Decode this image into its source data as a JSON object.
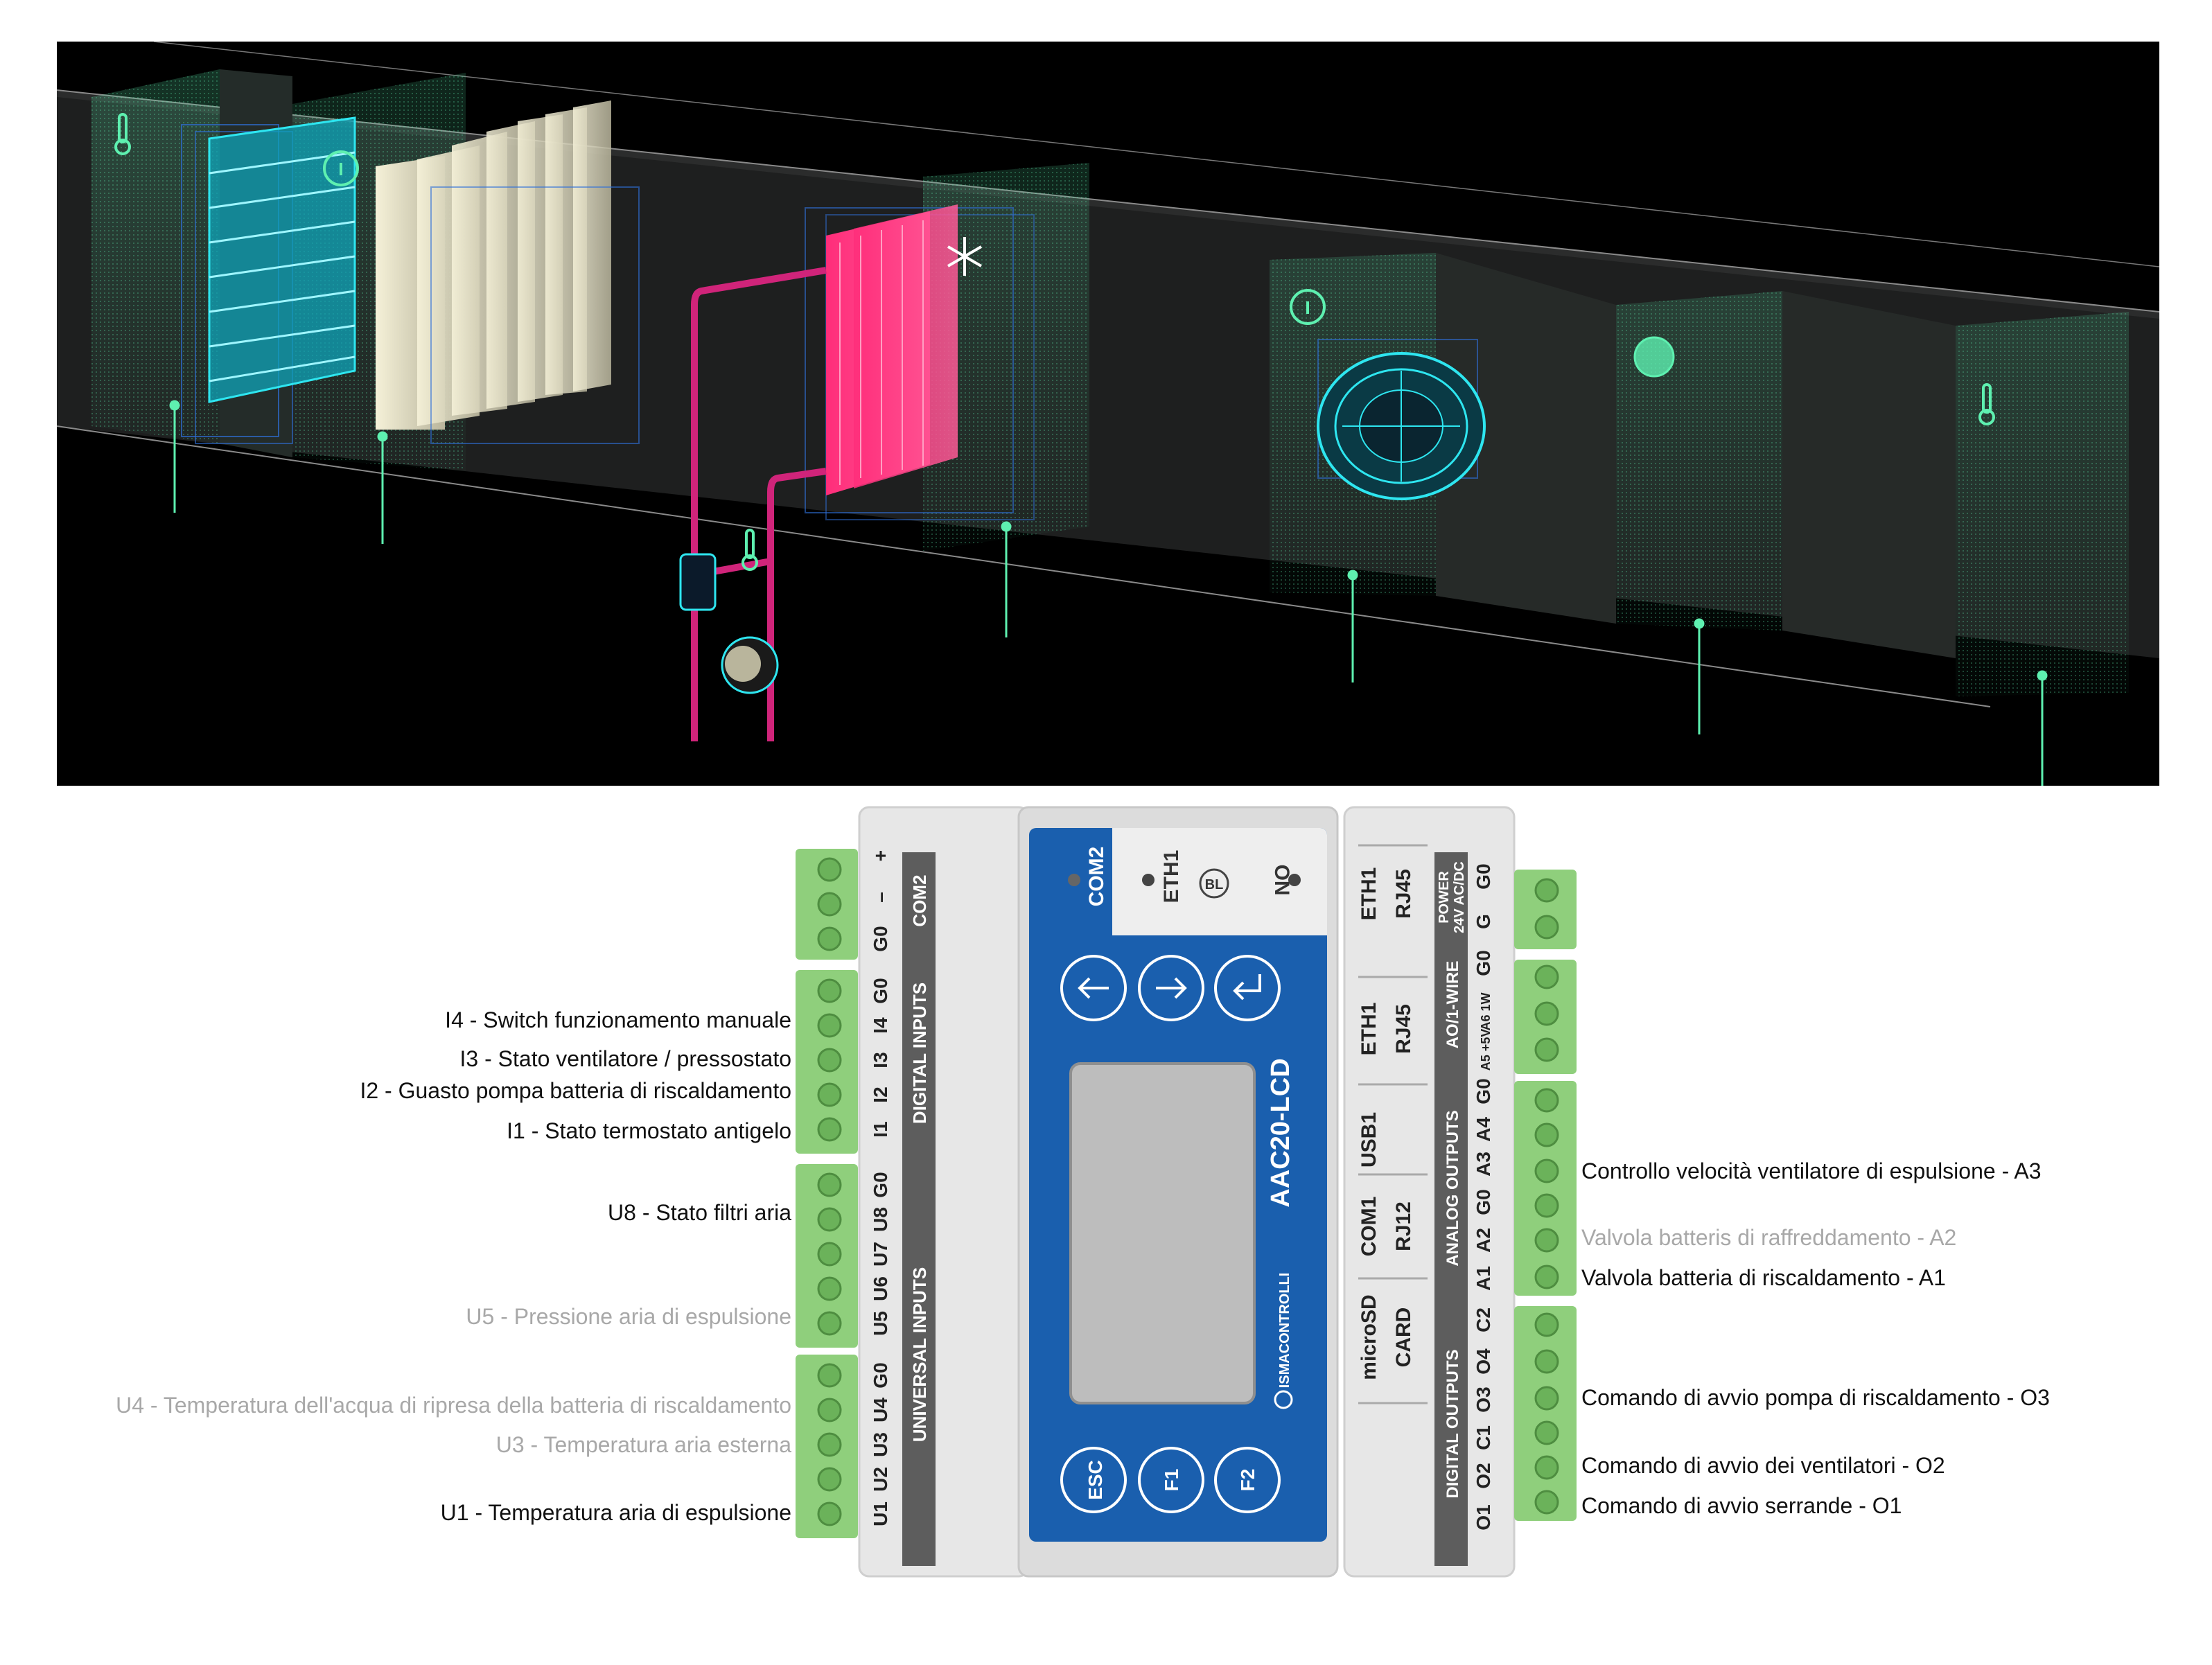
{
  "device": {
    "model": "AAC20-LCD",
    "brand": "ISMACONTROLLI",
    "led_labels": {
      "com2": "COM2",
      "eth1": "ETH1",
      "on": "ON",
      "bl": "BL"
    },
    "buttons": {
      "esc": "ESC",
      "f1": "F1",
      "f2": "F2"
    },
    "left_sections": {
      "com2": "COM2",
      "digital_inputs": "DIGITAL INPUTS",
      "universal_inputs": "UNIVERSAL INPUTS"
    },
    "left_terminals": {
      "com2": [
        "+",
        "–",
        "G0"
      ],
      "digital": [
        "G0",
        "I4",
        "I3",
        "I2",
        "I1"
      ],
      "universal_a": [
        "G0",
        "U8",
        "U7",
        "U6",
        "U5"
      ],
      "universal_b": [
        "G0",
        "U4",
        "U3",
        "U2",
        "U1"
      ]
    },
    "ports": {
      "eth1_top": [
        "ETH1",
        "RJ45"
      ],
      "eth1_bottom": [
        "ETH1",
        "RJ45"
      ],
      "usb1": "USB1",
      "com1": [
        "COM1",
        "RJ12"
      ],
      "microsd": [
        "microSD",
        "CARD"
      ]
    },
    "right_sections": {
      "power": [
        "POWER",
        "24V AC/DC"
      ],
      "ao_1wire": "AO/1-WIRE",
      "analog_outputs": "ANALOG OUTPUTS",
      "digital_outputs": "DIGITAL OUTPUTS"
    },
    "right_terminals": {
      "power": [
        "G0",
        "G"
      ],
      "ao_1wire": [
        "G0",
        "A6 1W",
        "A5 +5V"
      ],
      "analog": [
        "G0",
        "A4",
        "A3",
        "G0",
        "A2",
        "A1"
      ],
      "digital": [
        "C2",
        "O4",
        "O3",
        "C1",
        "O2",
        "O1"
      ]
    }
  },
  "labels_left": [
    {
      "text": "I4 - Switch funzionamento manuale",
      "dim": false
    },
    {
      "text": "I3 - Stato ventilatore / pressostato",
      "dim": false
    },
    {
      "text": "I2 - Guasto pompa batteria di riscaldamento",
      "dim": false
    },
    {
      "text": "I1 - Stato termostato antigelo",
      "dim": false
    },
    {
      "text": "U8 - Stato filtri aria",
      "dim": false
    },
    {
      "text": "U5 - Pressione aria di espulsione",
      "dim": true
    },
    {
      "text": "U4 - Temperatura dell'acqua di ripresa della batteria di riscaldamento",
      "dim": true
    },
    {
      "text": "U3 - Temperatura aria esterna",
      "dim": true
    },
    {
      "text": "U1 - Temperatura aria di espulsione",
      "dim": false
    }
  ],
  "labels_right": [
    {
      "text": "Controllo velocità ventilatore di espulsione - A3",
      "dim": false
    },
    {
      "text": "Valvola batteris di raffreddamento - A2",
      "dim": true
    },
    {
      "text": "Valvola batteria di riscaldamento - A1",
      "dim": false
    },
    {
      "text": "Comando di avvio pompa di riscaldamento - O3",
      "dim": false
    },
    {
      "text": "Comando di avvio dei ventilatori - O2",
      "dim": false
    },
    {
      "text": "Comando di avvio serrande - O1",
      "dim": false
    }
  ],
  "colors": {
    "scene_bg": "#000000",
    "accent_green": "#5ef0b0",
    "cyan": "#2ee6f0",
    "coil_pink": "#ff2d7a",
    "device_blue": "#1a5fae",
    "terminal_green": "#8fcf7c"
  }
}
